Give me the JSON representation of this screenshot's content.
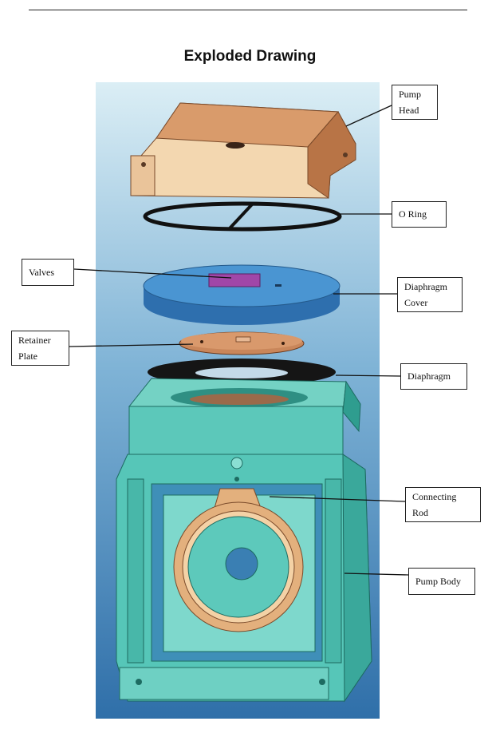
{
  "page": {
    "title": "Exploded Drawing"
  },
  "figure": {
    "description_icon": "exploded-pump-drawing",
    "colors": {
      "background_top": "#dbeef5",
      "background_bottom": "#2f6fa9",
      "pump_head": "#d9a57a",
      "valves": "#a047a8",
      "diaphragm_cover": "#3c86c7",
      "retainer_plate": "#c9865a",
      "diaphragm": "#151515",
      "pump_body": "#56c6b8",
      "connecting_rod": "#e3b07d"
    }
  },
  "labels": {
    "pump_head": [
      "Pump",
      "Head"
    ],
    "o_ring": [
      "O Ring"
    ],
    "valves": [
      "Valves"
    ],
    "diaphragm_cover": [
      "Diaphragm",
      "Cover"
    ],
    "retainer_plate": [
      "Retainer",
      "Plate"
    ],
    "diaphragm": [
      "Diaphragm"
    ],
    "connecting_rod": [
      "Connecting",
      "Rod"
    ],
    "pump_body": [
      "Pump Body"
    ]
  }
}
